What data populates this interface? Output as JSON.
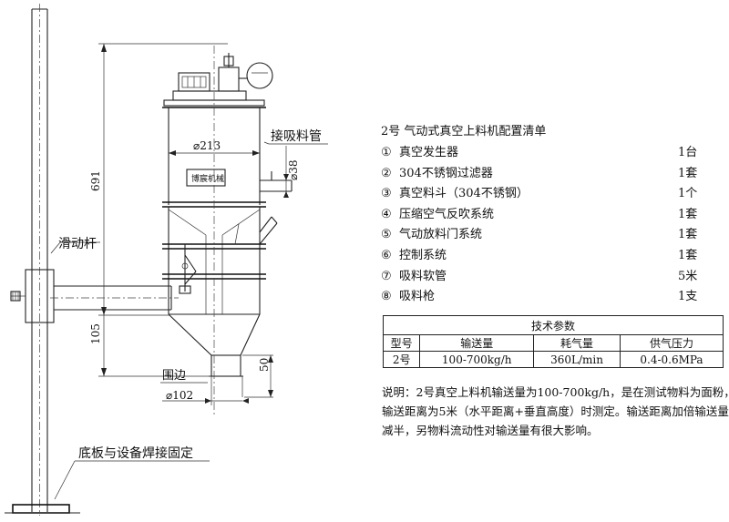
{
  "labels": {
    "sliding_rod": "滑动杆",
    "suction_pipe": "接吸料管",
    "diameter_body": "⌀213",
    "diameter_pipe": "⌀38",
    "height_total": "691",
    "height_lower": "105",
    "rim": "围边",
    "diameter_outlet": "⌀102",
    "height_outlet": "50",
    "baseplate": "底板与设备焊接固定",
    "nameplate": "博宸机械"
  },
  "config": {
    "title": "2号 气动式真空上料机配置清单",
    "items": [
      {
        "num": "①",
        "name": "真空发生器",
        "qty": "1台"
      },
      {
        "num": "②",
        "name": "304不锈钢过滤器",
        "qty": "1套"
      },
      {
        "num": "③",
        "name": "真空料斗（304不锈钢）",
        "qty": "1个"
      },
      {
        "num": "④",
        "name": "压缩空气反吹系统",
        "qty": "1套"
      },
      {
        "num": "⑤",
        "name": "气动放料门系统",
        "qty": "1套"
      },
      {
        "num": "⑥",
        "name": "控制系统",
        "qty": "1套"
      },
      {
        "num": "⑦",
        "name": "吸料软管",
        "qty": "5米"
      },
      {
        "num": "⑧",
        "name": "吸料枪",
        "qty": "1支"
      }
    ]
  },
  "spec": {
    "title": "技术参数",
    "headers": [
      "型号",
      "输送量",
      "耗气量",
      "供气压力"
    ],
    "row": [
      "2号",
      "100-700kg/h",
      "360L/min",
      "0.4-0.6MPa"
    ]
  },
  "note": {
    "line1": "说明：2号真空上料机输送量为100-700kg/h，是在测试物料为面粉，",
    "line2": "输送距离为5米（水平距离+垂直高度）时测定。输送距离加倍输送量",
    "line3": "减半，另物料流动性对输送量有很大影响。"
  }
}
